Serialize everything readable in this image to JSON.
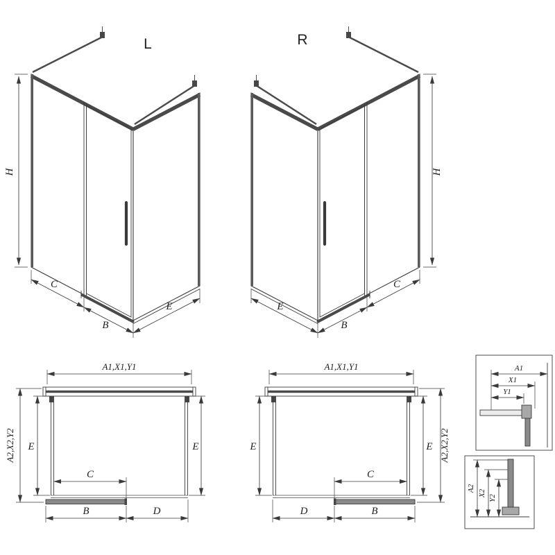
{
  "views": {
    "iso_left": {
      "title": "L",
      "dim_h": "H",
      "dim_c": "C",
      "dim_b": "B",
      "dim_e": "E"
    },
    "iso_right": {
      "title": "R",
      "dim_h": "H",
      "dim_e": "E",
      "dim_b": "B",
      "dim_c": "C"
    },
    "plan_left": {
      "dim_a1x1y1": "A1,X1,Y1",
      "dim_a2x2y2": "A2,X2,Y2",
      "dim_e_left": "E",
      "dim_e_right": "E",
      "dim_c": "C",
      "dim_b": "B",
      "dim_d": "D"
    },
    "plan_center": {
      "dim_a1x1y1": "A1,X1,Y1",
      "dim_a2x2y2": "A2,X2,Y2",
      "dim_e_left": "E",
      "dim_e_right": "E",
      "dim_c": "C",
      "dim_d": "D",
      "dim_b": "B"
    },
    "detail_top": {
      "dim_a1": "A1",
      "dim_x1": "X1",
      "dim_y1": "Y1"
    },
    "detail_bottom": {
      "dim_a2": "A2",
      "dim_x2": "X2",
      "dim_y2": "Y2"
    }
  },
  "colors": {
    "line": "#3a3a3a",
    "background": "#ffffff",
    "profile": "#8a8a8a"
  }
}
